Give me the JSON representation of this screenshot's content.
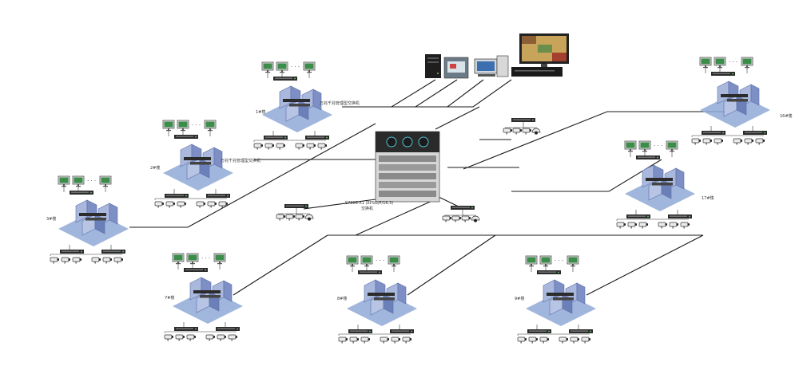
{
  "colors": {
    "line": "#1a1a1a",
    "platform": "#8fa9d6",
    "building": "#a9b8dc",
    "building_dark": "#5a6fa8",
    "switch": "#2b2b2b",
    "monitor": "#3c8c4a",
    "camera": "#e8e8e8"
  },
  "core": {
    "label_line1": "S7808-X1 (EPSG/P/16,3)",
    "label_line2": "交换机"
  },
  "buildings": [
    {
      "id": "b1",
      "label": "1#楼",
      "switch_label": "万兆千兆管理型交换机"
    },
    {
      "id": "b2",
      "label": "2#楼",
      "switch_label": "万兆千兆管理型交换机"
    },
    {
      "id": "b3",
      "label": "3#楼",
      "switch_label": ""
    },
    {
      "id": "b4",
      "label": "16#楼",
      "switch_label": ""
    },
    {
      "id": "b5",
      "label": "17#楼",
      "switch_label": ""
    },
    {
      "id": "b6",
      "label": "7#楼",
      "switch_label": ""
    },
    {
      "id": "b7",
      "label": "8#楼",
      "switch_label": ""
    },
    {
      "id": "b8",
      "label": "9#楼",
      "switch_label": ""
    }
  ],
  "icons": {
    "server": "server-tower-icon",
    "nvr": "nvr-recorder-icon",
    "workstation": "workstation-icon",
    "video_wall": "video-wall-icon",
    "switch": "network-switch-icon",
    "monitor": "monitor-icon",
    "camera": "camera-icon"
  }
}
